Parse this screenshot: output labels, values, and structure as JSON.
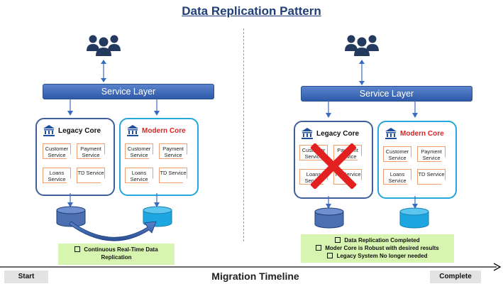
{
  "title": "Data Replication Pattern",
  "left": {
    "service_layer": "Service Layer",
    "legacy_core": {
      "label": "Legacy Core",
      "modules": [
        "Customer Service",
        "Payment Service",
        "Loans Service",
        "TD Service"
      ]
    },
    "modern_core": {
      "label": "Modern Core",
      "modules": [
        "Customer Service",
        "Payment Service",
        "Loans Service",
        "TD Service"
      ]
    },
    "note": [
      "Continuous Real-Time Data",
      "Replication"
    ]
  },
  "right": {
    "service_layer": "Service Layer",
    "legacy_core": {
      "label": "Legacy Core",
      "modules": [
        "Customer Service",
        "Payment Service",
        "Loans Service",
        "TD Service"
      ]
    },
    "modern_core": {
      "label": "Modern Core",
      "modules": [
        "Customer Service",
        "Payment Service",
        "Loans Service",
        "TD Service"
      ]
    },
    "notes": [
      "Data Replication Completed",
      "Moder Core is Robust with desired results",
      "Legacy System No longer needed"
    ]
  },
  "timeline": {
    "start": "Start",
    "label": "Migration Timeline",
    "end": "Complete"
  },
  "colors": {
    "title": "#1f3f78",
    "service_layer": "#4a74c2",
    "legacy_border": "#3e5f9c",
    "modern_border": "#23a7dc",
    "modern_label": "#e32020",
    "note_bg": "#d7f5b0",
    "cross": "#e32020"
  }
}
